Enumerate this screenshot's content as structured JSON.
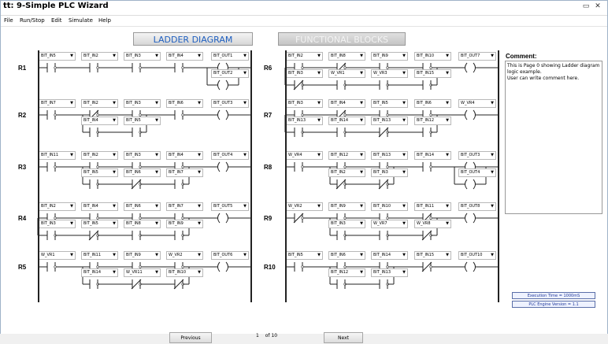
{
  "window": {
    "title": "tt: 9-Simple PLC Wizard"
  },
  "menu": [
    "File",
    "Run/Stop",
    "Edit",
    "Simulate",
    "Help"
  ],
  "tabs": {
    "ladder": "LADDER DIAGRAM",
    "functional": "FUNCTIONAL BLOCKS"
  },
  "comment": {
    "label": "Comment:",
    "text": "This is Page 0 showing Ladder diagram logic example.\nUser can write comment here."
  },
  "status": {
    "execution_time": "Execution Time = 1000mS",
    "engine_version": "PLC Engine Version = 1.1"
  },
  "pagination": {
    "previous": "Previous",
    "next": "Next",
    "current": "1",
    "of": "of",
    "total": "10"
  },
  "rungs": [
    {
      "label": "R1",
      "row1": [
        {
          "name": "BIT_IN5",
          "type": "no"
        },
        {
          "name": "BIT_IN2",
          "type": "no"
        },
        {
          "name": "BIT_IN3",
          "type": "no"
        },
        {
          "name": "BIT_IN4",
          "type": "no"
        }
      ],
      "out1": "BIT_OUT1",
      "row2": [],
      "out2": "BIT_OUT2"
    },
    {
      "label": "R2",
      "row1": [
        {
          "name": "BIT_IN7",
          "type": "no"
        },
        {
          "name": "BIT_IN2",
          "type": "nc"
        },
        {
          "name": "BIT_IN3",
          "type": "no"
        },
        {
          "name": "BIT_IN6",
          "type": "no"
        }
      ],
      "out1": "BIT_OUT3",
      "row2": [
        {
          "name": "BIT_IN4",
          "type": "no"
        },
        {
          "name": "BIT_IN5",
          "type": "no"
        }
      ],
      "out2": ""
    },
    {
      "label": "R3",
      "row1": [
        {
          "name": "BIT_IN11",
          "type": "no"
        },
        {
          "name": "BIT_IN2",
          "type": "no"
        },
        {
          "name": "BIT_IN3",
          "type": "no"
        },
        {
          "name": "BIT_IN4",
          "type": "no"
        }
      ],
      "out1": "BIT_OUT4",
      "row2": [
        {
          "name": "BIT_IN5",
          "type": "no"
        },
        {
          "name": "BIT_IN6",
          "type": "nc"
        },
        {
          "name": "BIT_IN7",
          "type": "no"
        }
      ],
      "out2": ""
    },
    {
      "label": "R4",
      "row1": [
        {
          "name": "BIT_IN2",
          "type": "no"
        },
        {
          "name": "BIT_IN4",
          "type": "no"
        },
        {
          "name": "BIT_IN6",
          "type": "no"
        },
        {
          "name": "BIT_IN7",
          "type": "no"
        }
      ],
      "out1": "BIT_OUT5",
      "row2": [
        {
          "name": "BIT_IN3",
          "type": "no"
        },
        {
          "name": "BIT_IN5",
          "type": "nc"
        },
        {
          "name": "BIT_IN8",
          "type": "no"
        },
        {
          "name": "BIT_IN9",
          "type": "no"
        }
      ],
      "out2": ""
    },
    {
      "label": "R5",
      "row1": [
        {
          "name": "W_VR1",
          "type": "no"
        },
        {
          "name": "BIT_IN11",
          "type": "no"
        },
        {
          "name": "BIT_IN9",
          "type": "no"
        },
        {
          "name": "W_VR2",
          "type": "no"
        }
      ],
      "out1": "BIT_OUT6",
      "row2": [
        {
          "name": "BIT_IN14",
          "type": "no"
        },
        {
          "name": "W_VR11",
          "type": "nc"
        },
        {
          "name": "BIT_IN10",
          "type": "nc"
        }
      ],
      "out2": ""
    },
    {
      "label": "R6",
      "row1": [
        {
          "name": "BIT_IN2",
          "type": "no"
        },
        {
          "name": "BIT_IN8",
          "type": "nc"
        },
        {
          "name": "BIT_IN9",
          "type": "no"
        },
        {
          "name": "BIT_IN10",
          "type": "no"
        }
      ],
      "out1": "BIT_OUT7",
      "row2": [
        {
          "name": "BIT_IN3",
          "type": "nc"
        },
        {
          "name": "W_VR1",
          "type": "no"
        },
        {
          "name": "W_VR3",
          "type": "no"
        },
        {
          "name": "BIT_IN15",
          "type": "no"
        }
      ],
      "out2": ""
    },
    {
      "label": "R7",
      "row1": [
        {
          "name": "BIT_IN3",
          "type": "no"
        },
        {
          "name": "BIT_IN4",
          "type": "nc"
        },
        {
          "name": "BIT_IN5",
          "type": "no"
        },
        {
          "name": "BIT_IN6",
          "type": "no"
        }
      ],
      "out1": "W_VR4",
      "row2": [
        {
          "name": "BIT_IN13",
          "type": "no"
        },
        {
          "name": "BIT_IN14",
          "type": "no"
        },
        {
          "name": "BIT_IN13",
          "type": "nc"
        },
        {
          "name": "BIT_IN12",
          "type": "no"
        }
      ],
      "out2": ""
    },
    {
      "label": "R8",
      "row1": [
        {
          "name": "W_VR4",
          "type": "no"
        },
        {
          "name": "BIT_IN12",
          "type": "no"
        },
        {
          "name": "BIT_IN13",
          "type": "no"
        },
        {
          "name": "BIT_IN14",
          "type": "no"
        }
      ],
      "out1": "BIT_OUT3",
      "row2": [
        {
          "name": "BIT_IN2",
          "type": "nc"
        },
        {
          "name": "BIT_IN3",
          "type": "nc"
        }
      ],
      "out2": "BIT_OUT4"
    },
    {
      "label": "R9",
      "row1": [
        {
          "name": "W_VR2",
          "type": "nc"
        },
        {
          "name": "BIT_IN9",
          "type": "no"
        },
        {
          "name": "BIT_IN10",
          "type": "no"
        },
        {
          "name": "BIT_IN11",
          "type": "nc"
        }
      ],
      "out1": "BIT_OUT8",
      "row2": [
        {
          "name": "BIT_IN3",
          "type": "no"
        },
        {
          "name": "W_VR7",
          "type": "no"
        },
        {
          "name": "W_VR8",
          "type": "nc"
        }
      ],
      "out2": ""
    },
    {
      "label": "R10",
      "row1": [
        {
          "name": "BIT_IN5",
          "type": "no"
        },
        {
          "name": "BIT_IN6",
          "type": "no"
        },
        {
          "name": "BIT_IN14",
          "type": "no"
        },
        {
          "name": "BIT_IN15",
          "type": "nc"
        }
      ],
      "out1": "BIT_OUT10",
      "row2": [
        {
          "name": "BIT_IN12",
          "type": "no"
        },
        {
          "name": "BIT_IN13",
          "type": "no"
        }
      ],
      "out2": ""
    }
  ]
}
